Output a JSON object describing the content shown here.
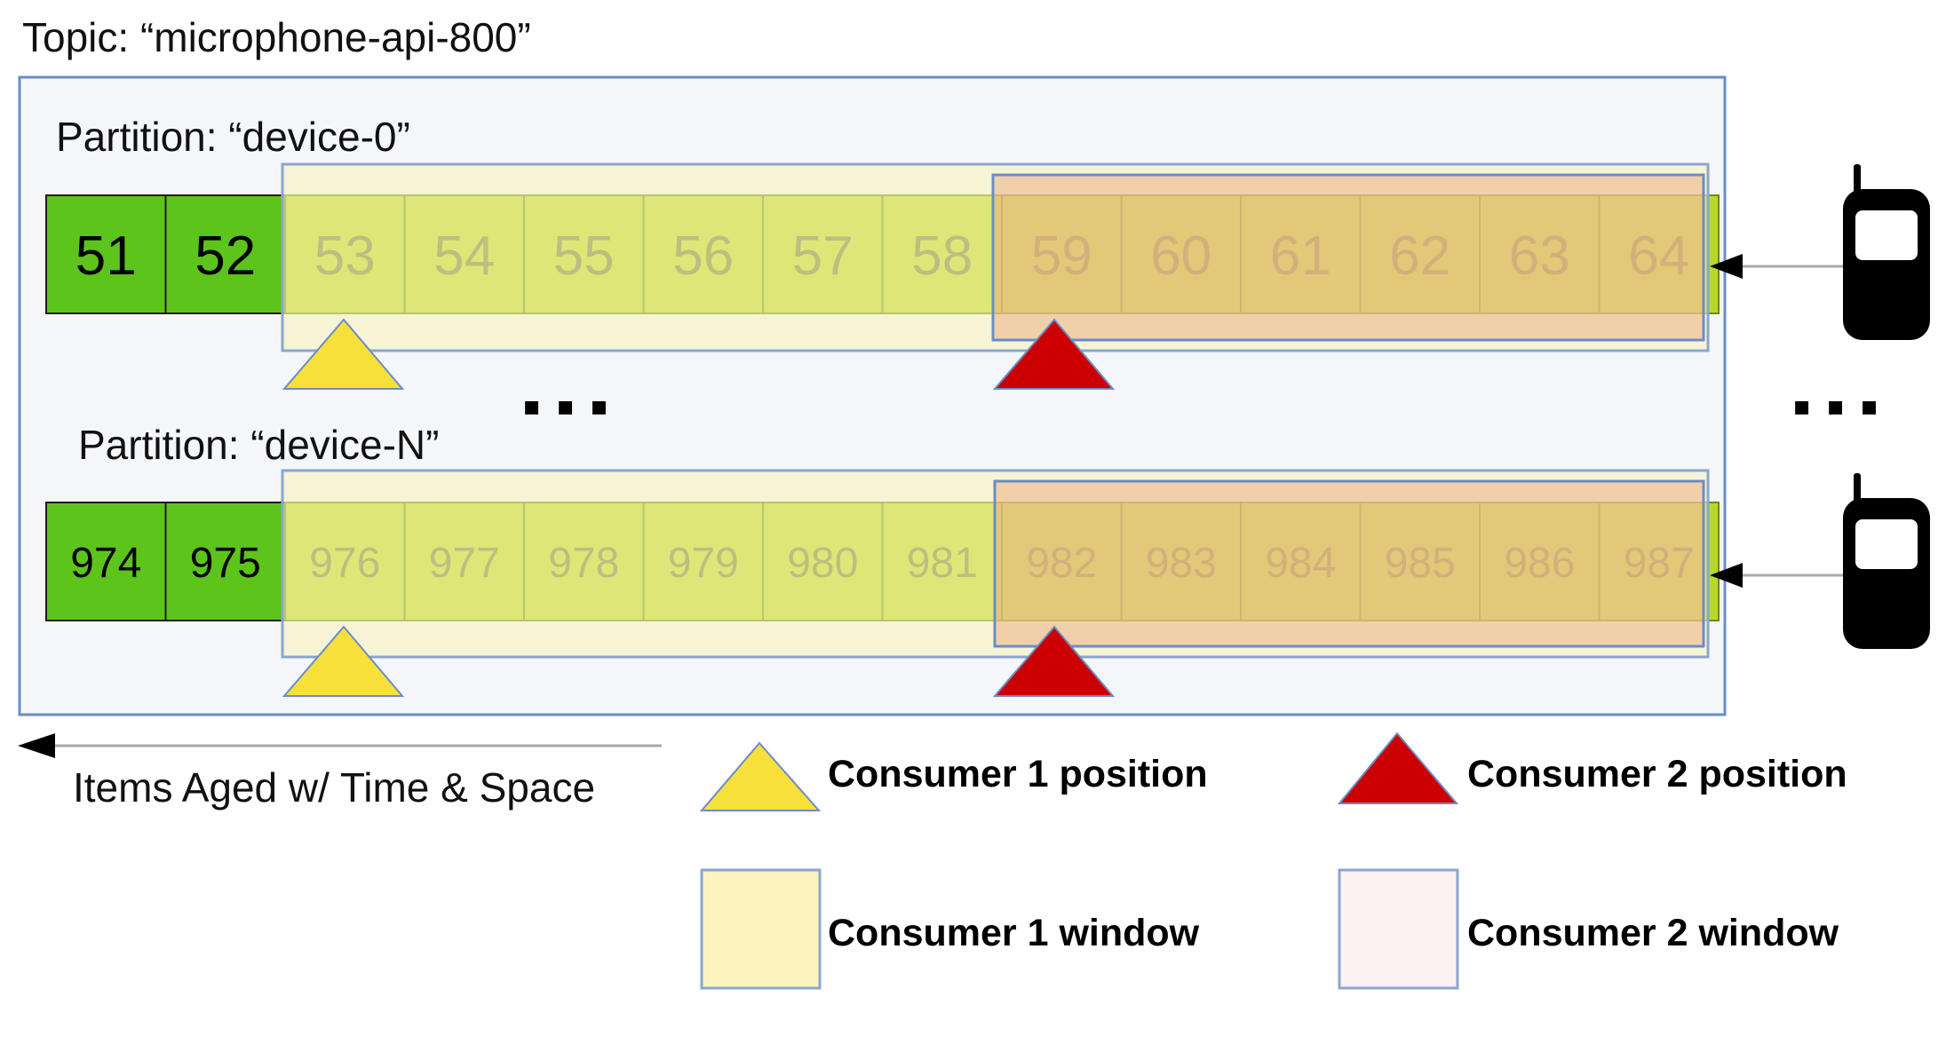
{
  "topic_label": "Topic: “microphone-api-800”",
  "partitions": [
    {
      "label": "Partition: “device-0”",
      "offsets": [
        "51",
        "52",
        "53",
        "54",
        "55",
        "56",
        "57",
        "58",
        "59",
        "60",
        "61",
        "62",
        "63",
        "64"
      ]
    },
    {
      "label": "Partition: “device-N”",
      "offsets": [
        "974",
        "975",
        "976",
        "977",
        "978",
        "979",
        "980",
        "981",
        "982",
        "983",
        "984",
        "985",
        "986",
        "987"
      ]
    }
  ],
  "ellipsis": "▪ ▪ ▪",
  "aging_label": "Items Aged w/ Time & Space",
  "legend": {
    "consumer1_position": "Consumer 1 position",
    "consumer2_position": "Consumer 2 position",
    "consumer1_window": "Consumer 1 window",
    "consumer2_window": "Consumer 2 window"
  },
  "colors": {
    "consumed_cell": "#5cc41b",
    "active_cell": "#b8d92c",
    "consumer1_window": "#f9f2b8",
    "consumer2_window": "#f2c6a4",
    "consumer1_marker": "#f7e03a",
    "consumer2_marker": "#cc0000",
    "topic_background": "#f4f6fa",
    "topic_border": "#6b8cc7"
  },
  "icons": [
    "phone-icon",
    "phone-icon"
  ]
}
